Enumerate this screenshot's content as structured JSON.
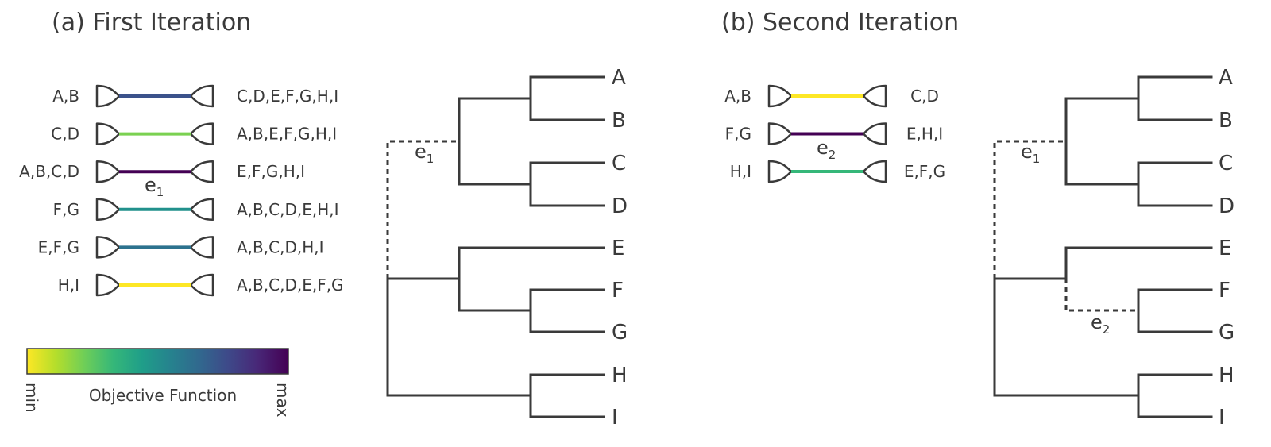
{
  "panel_a": {
    "title": "(a) First Iteration",
    "rows": [
      {
        "left": "A,B",
        "right": "C,D,E,F,G,H,I",
        "color": "#3b528b"
      },
      {
        "left": "C,D",
        "right": "A,B,E,F,G,H,I",
        "color": "#7ad151"
      },
      {
        "left": "A,B,C,D",
        "right": "E,F,G,H,I",
        "color": "#440154"
      },
      {
        "left": "F,G",
        "right": "A,B,C,D,E,H,I",
        "color": "#21918c"
      },
      {
        "left": "E,F,G",
        "right": "A,B,C,D,H,I",
        "color": "#2c728e"
      },
      {
        "left": "H,I",
        "right": "A,B,C,D,E,F,G",
        "color": "#fde725"
      }
    ],
    "edge_label": {
      "main": "e",
      "sub": "1"
    },
    "colorbar": {
      "min": "min",
      "max": "max",
      "label": "Objective Function"
    },
    "tree_label": {
      "main": "e",
      "sub": "1"
    },
    "leaves": [
      "A",
      "B",
      "C",
      "D",
      "E",
      "F",
      "G",
      "H",
      "I"
    ]
  },
  "panel_b": {
    "title": "(b) Second Iteration",
    "rows": [
      {
        "left": "A,B",
        "right": "C,D",
        "color": "#fde725"
      },
      {
        "left": "F,G",
        "right": "E,H,I",
        "color": "#440154"
      },
      {
        "left": "H,I",
        "right": "E,F,G",
        "color": "#35b779"
      }
    ],
    "edge_label": {
      "main": "e",
      "sub": "2"
    },
    "tree_label_1": {
      "main": "e",
      "sub": "1"
    },
    "tree_label_2": {
      "main": "e",
      "sub": "2"
    },
    "leaves": [
      "A",
      "B",
      "C",
      "D",
      "E",
      "F",
      "G",
      "H",
      "I"
    ]
  },
  "colors": {
    "ink": "#3a3a3a",
    "viridis": [
      "#fde725",
      "#b5de2b",
      "#6ece58",
      "#35b779",
      "#1f9e89",
      "#26828e",
      "#31688e",
      "#3e4989",
      "#482878",
      "#440154"
    ]
  }
}
